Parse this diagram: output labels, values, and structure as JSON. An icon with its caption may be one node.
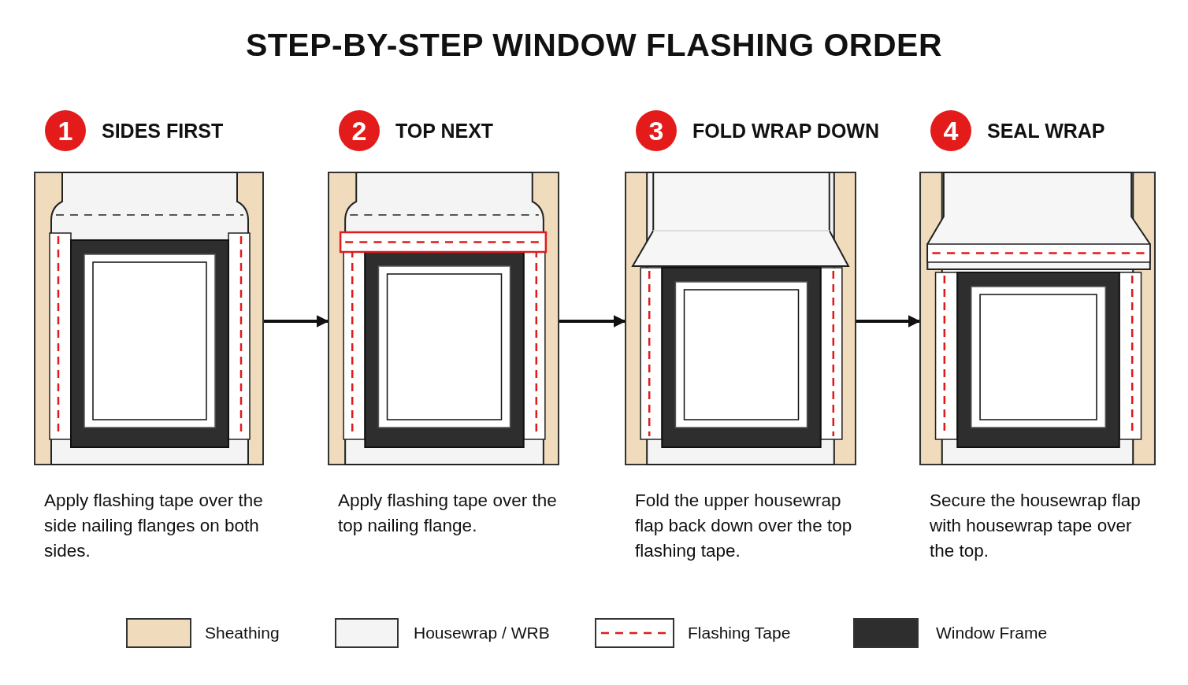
{
  "diagram": {
    "title": "STEP-BY-STEP WINDOW FLASHING ORDER",
    "nodes": [
      {
        "text": [
          "1",
          "SIDES FIRST",
          "Apply flashing tape over the side nailing flanges on both sides."
        ]
      },
      {
        "text": [
          "2",
          "TOP NEXT",
          "Apply flashing tape over the top nailing flange."
        ]
      },
      {
        "text": [
          "3",
          "FOLD WRAP DOWN",
          "Fold the upper housewrap flap back down over the top flashing tape."
        ]
      },
      {
        "text": [
          "4",
          "SEAL WRAP",
          "Secure the housewrap flap with housewrap tape over the top."
        ]
      }
    ],
    "edges": [
      {
        "from": 0,
        "to": 1,
        "arrow": "to"
      },
      {
        "from": 1,
        "to": 2,
        "arrow": "to"
      },
      {
        "from": 2,
        "to": 3,
        "arrow": "to"
      }
    ],
    "legend": [
      {
        "text": "Sheathing",
        "color": "#f0dcbc"
      },
      {
        "text": "Housewrap / WRB",
        "color": "#f4f4f4"
      },
      {
        "text": "Flashing Tape"
      },
      {
        "text": "Window Frame",
        "color": "#2e2e2e"
      }
    ]
  }
}
